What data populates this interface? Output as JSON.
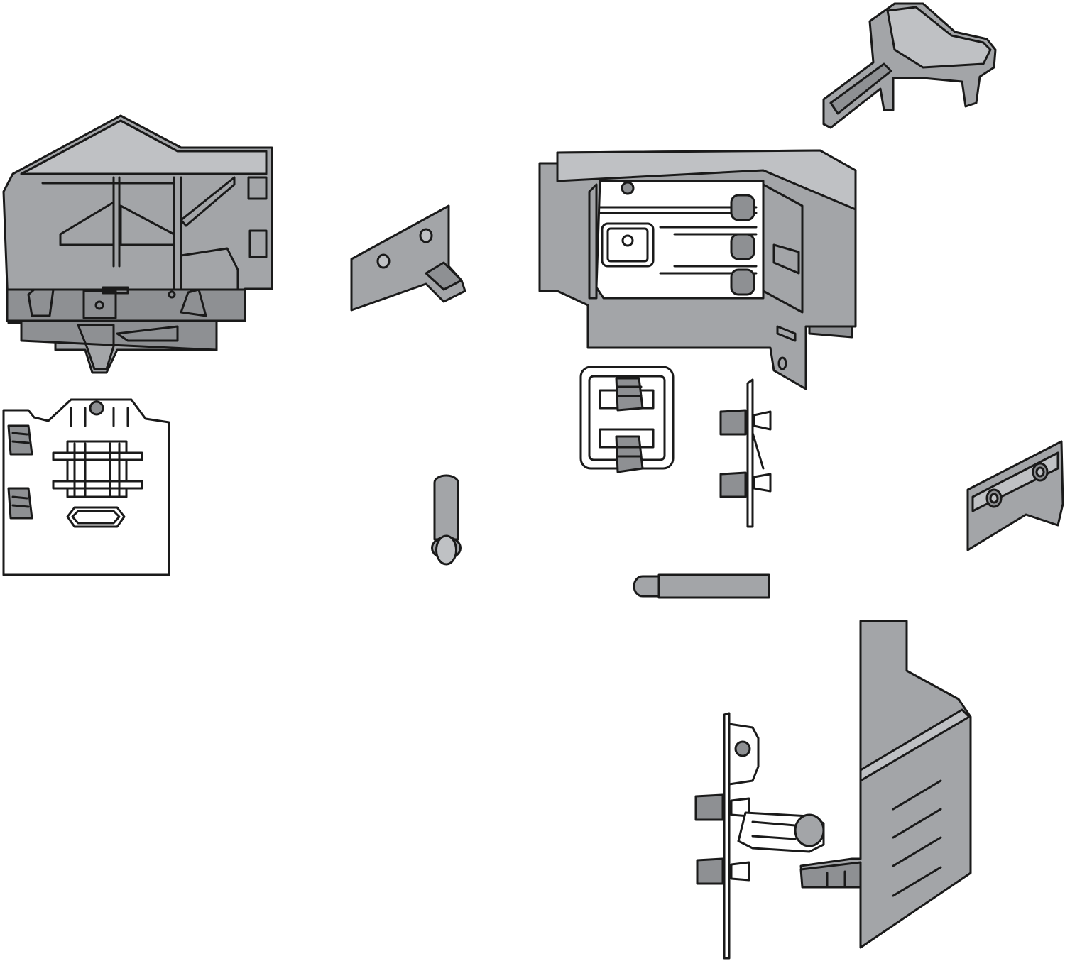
{
  "colors": {
    "part_fill": "#a3a5a8",
    "part_fill_light": "#bfc1c4",
    "part_fill_dark": "#8e9093",
    "outline": "#1a1a1a",
    "background": "#ffffff",
    "paper": "#ffffff"
  },
  "parts": [
    {
      "id": "front-fixing-bracket-left"
    },
    {
      "id": "mounting-plate-left"
    },
    {
      "id": "angled-adapter-plate"
    },
    {
      "id": "dowel-pin-vertical"
    },
    {
      "id": "front-fixing-bracket-right"
    },
    {
      "id": "clip-plate-small"
    },
    {
      "id": "adjustment-bracket-vertical"
    },
    {
      "id": "end-cap-top-right"
    },
    {
      "id": "rail-adapter-right"
    },
    {
      "id": "dowel-pin-horizontal"
    },
    {
      "id": "rear-bracket-assembly"
    },
    {
      "id": "rear-panel-holder"
    }
  ]
}
